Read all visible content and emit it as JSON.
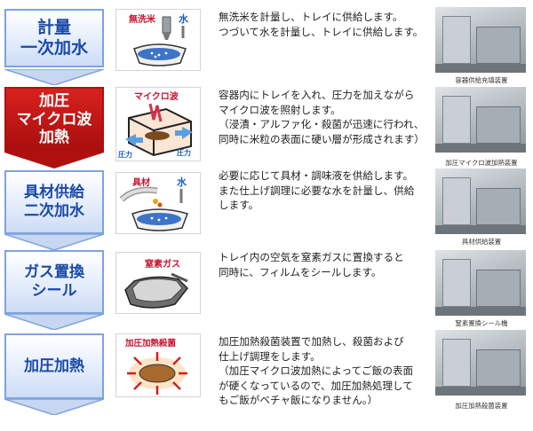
{
  "steps": [
    {
      "label": "計量\n一次加水",
      "active": false,
      "icon": "rice-water-tray-icon",
      "icon_text_1": "無洗米",
      "icon_text_2": "水",
      "description": "無洗米を計量し、トレイに供給します。\nつづいて水を計量し、トレイに供給します。",
      "photo_caption": "容器供給充填装置"
    },
    {
      "label": "加圧\nマイクロ波\n加熱",
      "active": true,
      "icon": "microwave-pressure-icon",
      "icon_text_1": "マイクロ波",
      "icon_text_2": "圧力",
      "icon_text_3": "圧力",
      "description": "容器内にトレイを入れ、圧力を加えながら\nマイクロ波を照射します。\n（浸漬・アルファ化・殺菌が迅速に行われ、\n同時に米粒の表面に硬い層が形成されます）",
      "photo_caption": "加圧マイクロ波加熱装置"
    },
    {
      "label": "具材供給\n二次加水",
      "active": false,
      "icon": "ingredients-water-icon",
      "icon_text_1": "具材",
      "icon_text_2": "水",
      "description": "必要に応じて具材・調味液を供給します。\nまた仕上げ調理に必要な水を計量し、供給\nします。",
      "photo_caption": "具材供給装置"
    },
    {
      "label": "ガス置換\nシール",
      "active": false,
      "icon": "nitrogen-seal-icon",
      "icon_text_1": "窒素ガス",
      "description": "トレイ内の空気を窒素ガスに置換すると\n同時に、フィルムをシールします。",
      "photo_caption": "窒素置換シール機"
    },
    {
      "label": "加圧加熱",
      "active": false,
      "icon": "pressure-sterilization-icon",
      "icon_text_1": "加圧加熱殺菌",
      "description": "加圧加熱殺菌装置で加熱し、殺菌および\n仕上げ調理をします。\n（加圧マイクロ波加熱によってご飯の表面\nが硬くなっているので、加圧加熱処理して\nもご飯がベチャ飯になりません。）",
      "photo_caption": "加圧加熱殺菌装置"
    }
  ],
  "colors": {
    "label_text": "#1b4aa6",
    "label_border": "#7fa3dd",
    "active_label_bg": "#c8171a",
    "icon_red_text": "#c8102e",
    "icon_blue_text": "#1b5fc0"
  }
}
